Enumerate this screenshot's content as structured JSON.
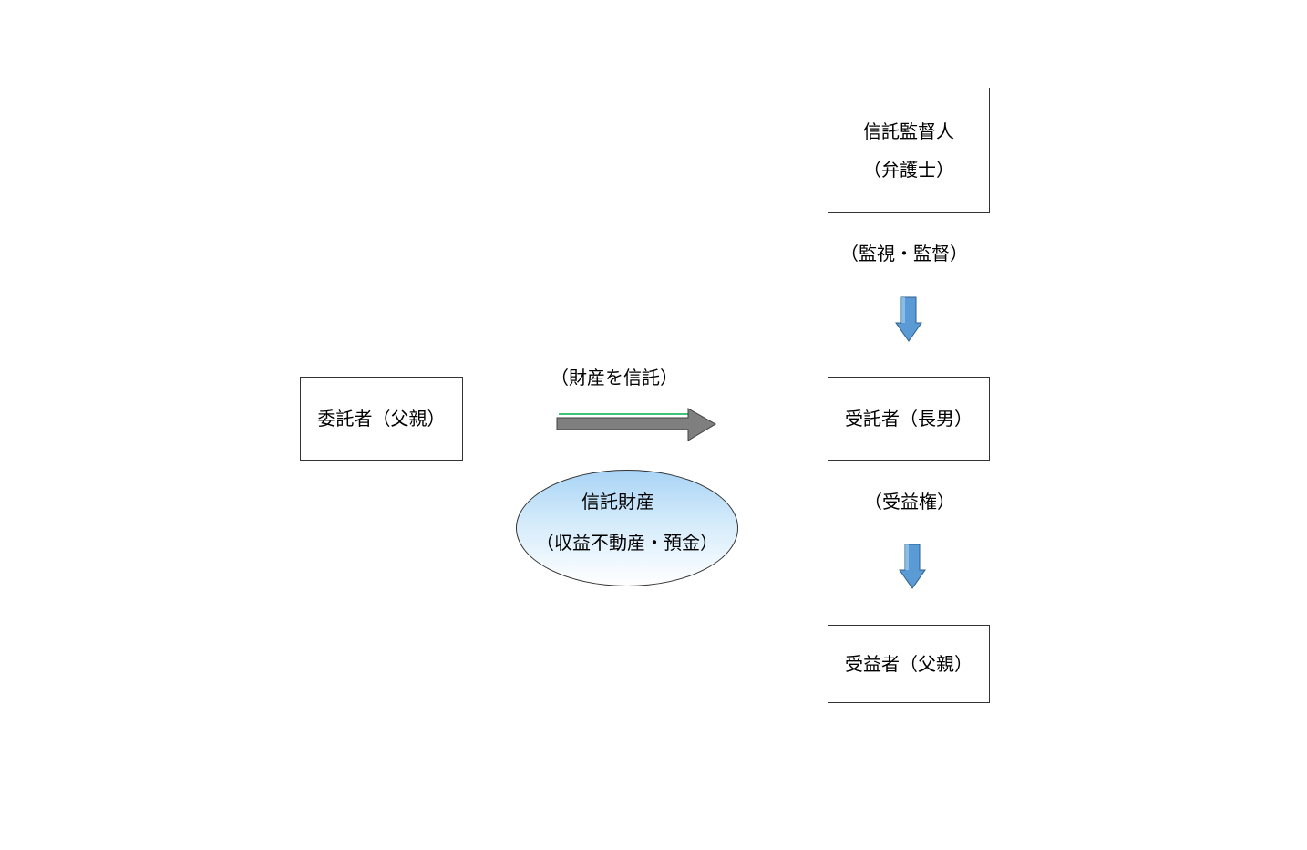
{
  "settlor": {
    "label": "委託者（父親）"
  },
  "supervisor": {
    "line1": "信託監督人",
    "line2": "（弁護士）"
  },
  "trustee": {
    "label": "受託者（長男）"
  },
  "beneficiary": {
    "label": "受益者（父親）"
  },
  "entrust_label": "（財産を信託）",
  "monitor_label": "（監視・監督）",
  "benefit_right_label": "（受益権）",
  "trust_property": {
    "title": "信託財産",
    "subtitle": "（収益不動産・預金）"
  },
  "colors": {
    "horizontal_arrow": "#7f7f7f",
    "down_arrow": "#5b9bd5",
    "ellipse_top": "#a9d4f5",
    "ellipse_highlight": "#00b050"
  }
}
